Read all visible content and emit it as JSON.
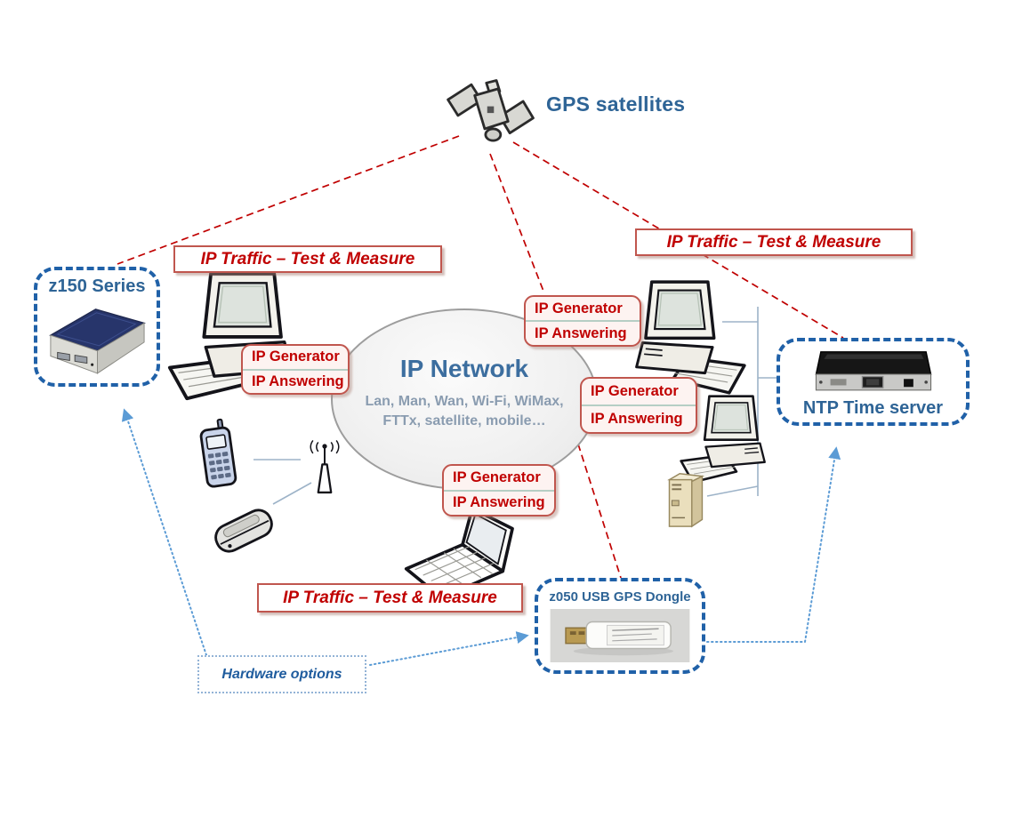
{
  "diagram": {
    "gps_title": "GPS satellites",
    "cloud": {
      "title": "IP Network",
      "subtitle_line1": "Lan, Man, Wan, Wi-Fi, WiMax,",
      "subtitle_line2": "FTTx, satellite, mobile…"
    },
    "labels": {
      "ip_traffic": "IP Traffic – Test & Measure",
      "ip_generator": "IP Generator",
      "ip_answering": "IP Answering"
    },
    "hardware_boxes": {
      "z150": "z150 Series",
      "ntp": "NTP Time server",
      "z050": "z050 USB GPS Dongle",
      "hardware_options": "Hardware options"
    },
    "colors": {
      "heading_blue": "#2e6496",
      "label_red": "#c00000",
      "dashed_box_blue": "#2061a8",
      "dotted_arrow_blue": "#5b9bd5",
      "connector_gray": "#9db3c8",
      "red_dashed_line": "#c00000"
    }
  }
}
